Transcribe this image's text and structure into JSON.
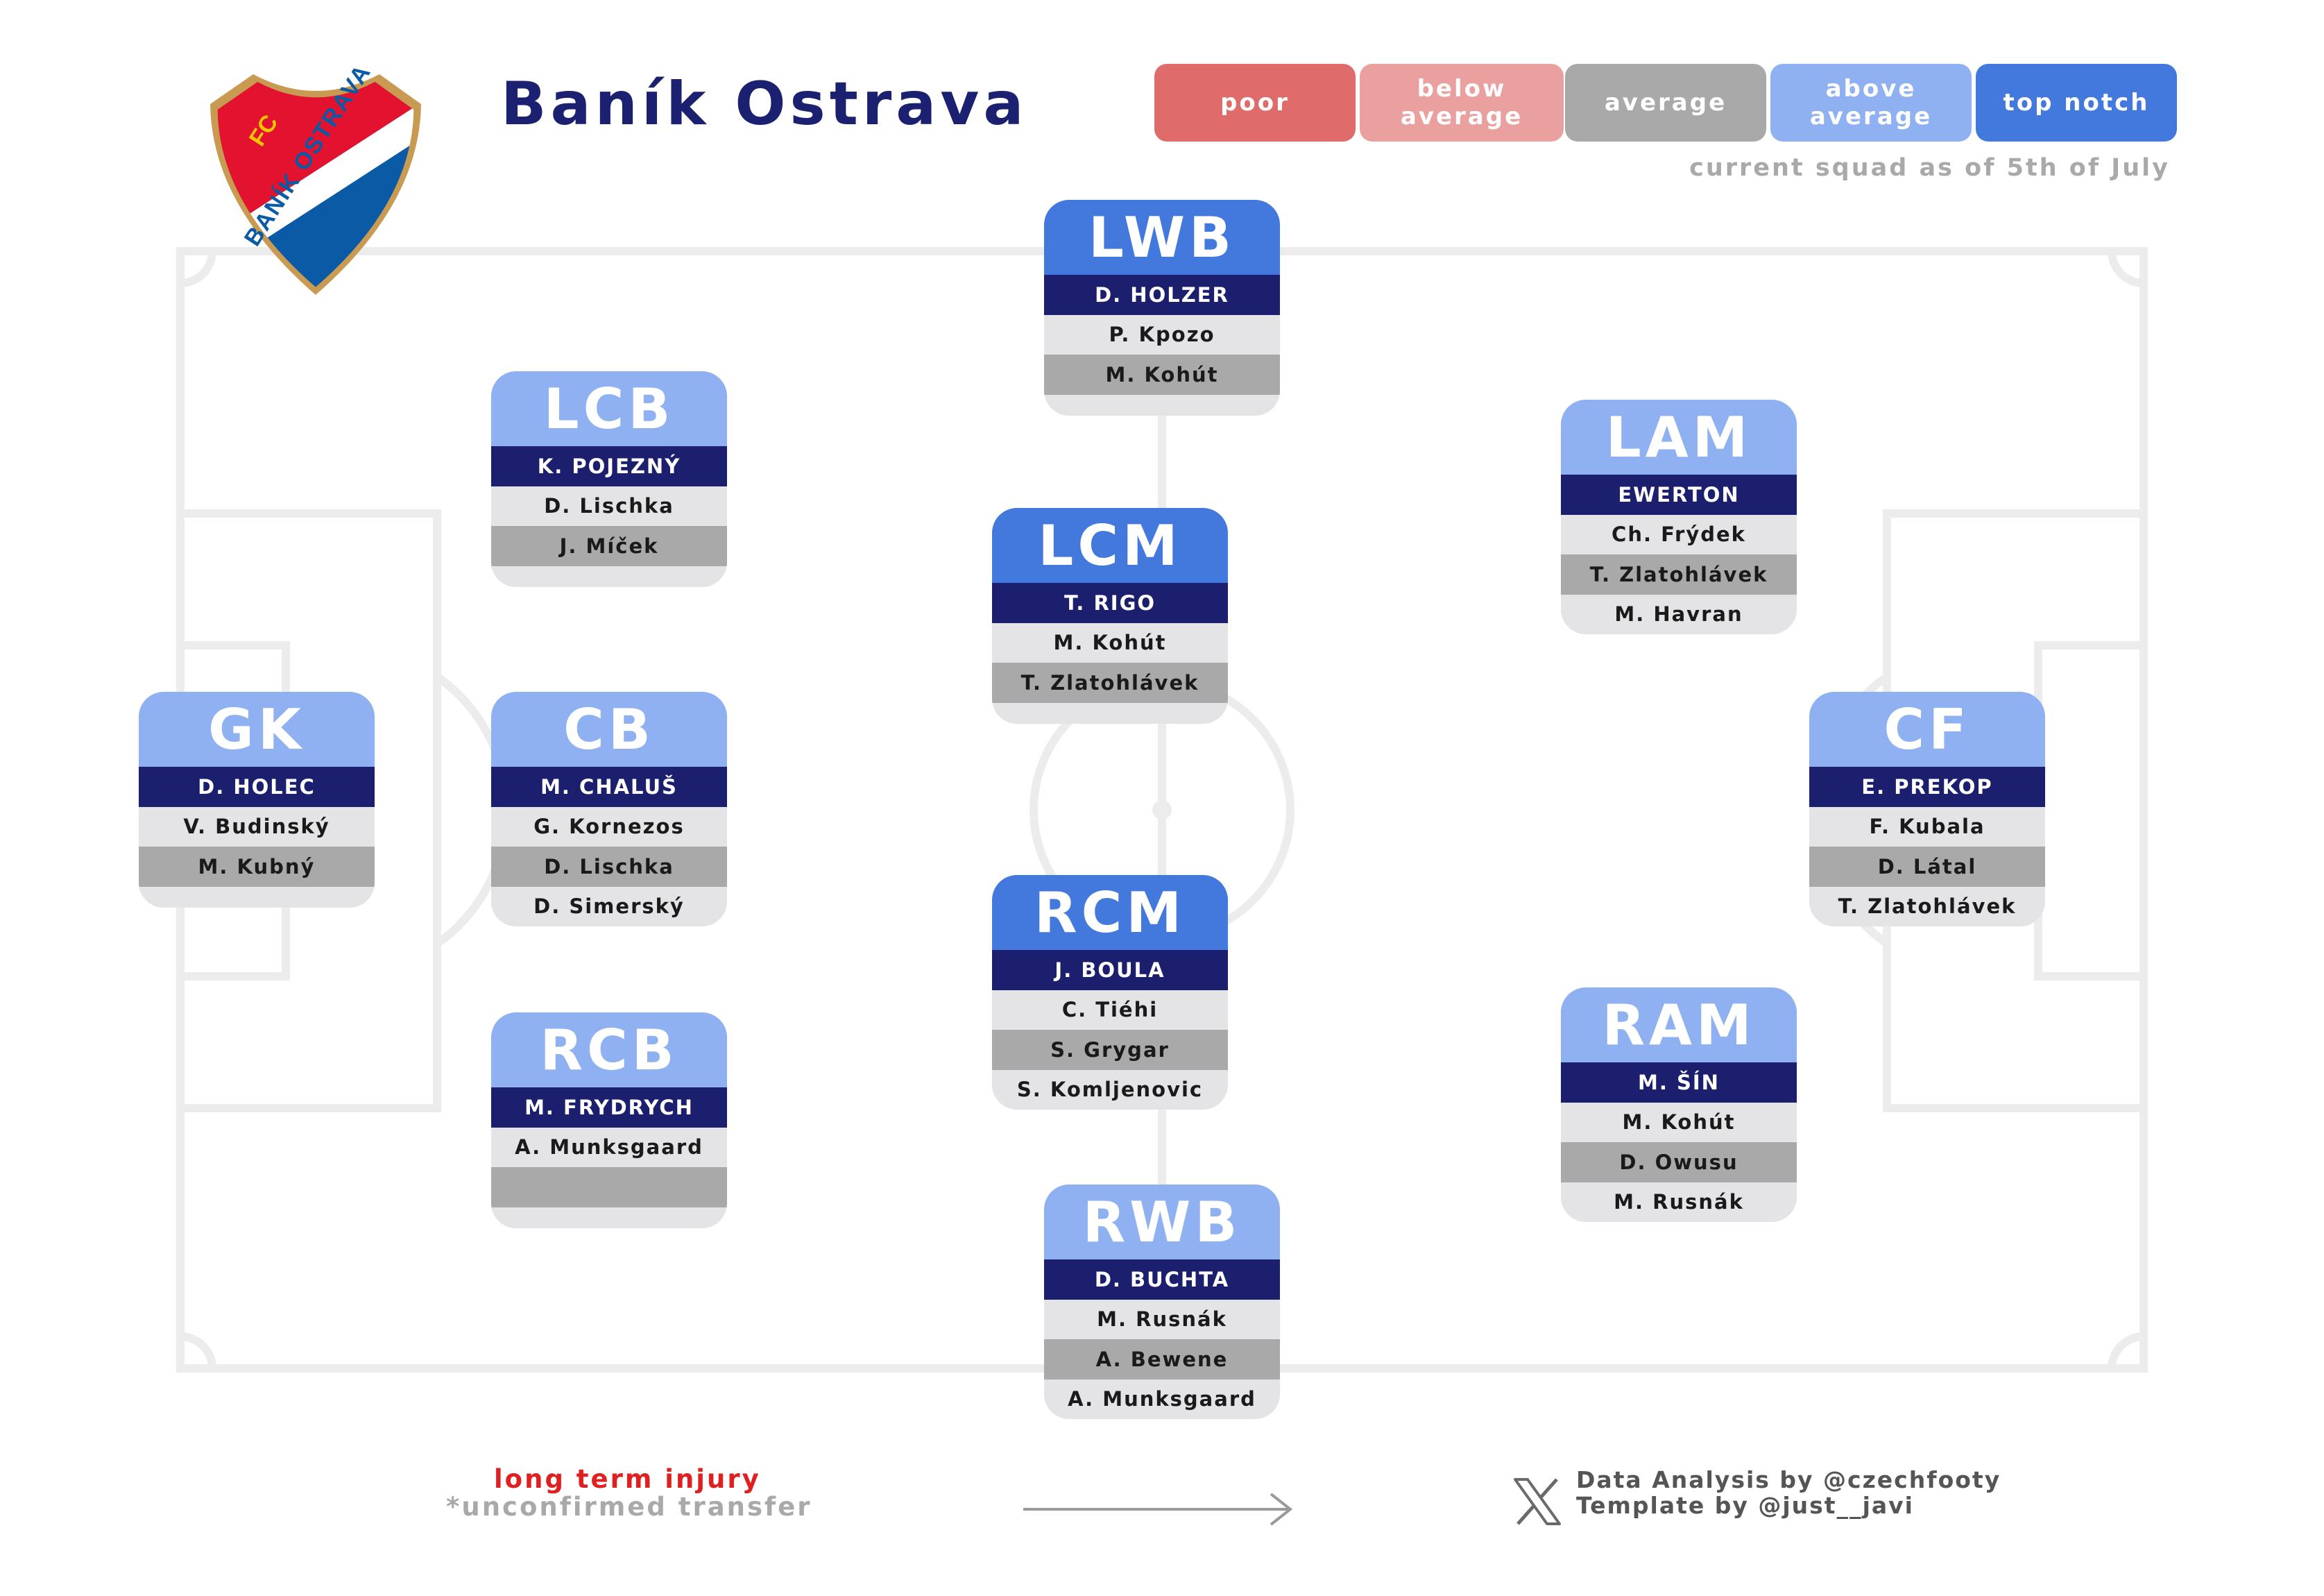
{
  "title": "Baník Ostrava",
  "logo": {
    "top_text": "FC",
    "band_text": "BANÍK OSTRAVA",
    "colors": {
      "red": "#e3122e",
      "blue": "#0a5aa5",
      "gold": "#c99a52"
    }
  },
  "legend": [
    {
      "label": "poor",
      "color": "#e06b6b"
    },
    {
      "label": "below average",
      "color": "#eba0a0"
    },
    {
      "label": "average",
      "color": "#a9a9a9"
    },
    {
      "label": "above average",
      "color": "#8fb1f1"
    },
    {
      "label": "top notch",
      "color": "#4379dc"
    }
  ],
  "legend_subtitle": "current squad as of 5th of July",
  "positions": {
    "gk": {
      "label": "GK",
      "rating": "above average",
      "players": [
        "D. HOLEC",
        "V. Budinský",
        "M. Kubný"
      ]
    },
    "lcb": {
      "label": "LCB",
      "rating": "above average",
      "players": [
        "K. POJEZNÝ",
        "D. Lischka",
        "J. Míček"
      ]
    },
    "cb": {
      "label": "CB",
      "rating": "above average",
      "players": [
        "M. CHALUŠ",
        "G. Kornezos",
        "D. Lischka",
        "D. Simerský"
      ]
    },
    "rcb": {
      "label": "RCB",
      "rating": "above average",
      "players": [
        "M. FRYDRYCH",
        "A. Munksgaard",
        ""
      ]
    },
    "lwb": {
      "label": "LWB",
      "rating": "top notch",
      "players": [
        "D. HOLZER",
        "P. Kpozo",
        "M. Kohút"
      ]
    },
    "lcm": {
      "label": "LCM",
      "rating": "top notch",
      "players": [
        "T. RIGO",
        "M. Kohút",
        "T. Zlatohlávek"
      ]
    },
    "rcm": {
      "label": "RCM",
      "rating": "top notch",
      "players": [
        "J. BOULA",
        "C. Tiéhi",
        "S. Grygar",
        "S. Komljenovic"
      ]
    },
    "rwb": {
      "label": "RWB",
      "rating": "above average",
      "players": [
        "D. BUCHTA",
        "M. Rusnák",
        "A. Bewene",
        "A. Munksgaard"
      ]
    },
    "lam": {
      "label": "LAM",
      "rating": "above average",
      "players": [
        "EWERTON",
        "Ch. Frýdek",
        "T. Zlatohlávek",
        "M. Havran"
      ]
    },
    "ram": {
      "label": "RAM",
      "rating": "above average",
      "players": [
        "M. ŠÍN",
        "M. Kohút",
        "D. Owusu",
        "M. Rusnák"
      ]
    },
    "cf": {
      "label": "CF",
      "rating": "above average",
      "players": [
        "E. PREKOP",
        "F. Kubala",
        "D. Látal",
        "T. Zlatohlávek"
      ]
    }
  },
  "footer": {
    "injury_note": "long term injury",
    "unconfirmed_note": "*unconfirmed transfer",
    "credits": [
      "Data Analysis by @czechfooty",
      "Template by @just__javi"
    ],
    "social_icon": "x-logo-icon"
  }
}
